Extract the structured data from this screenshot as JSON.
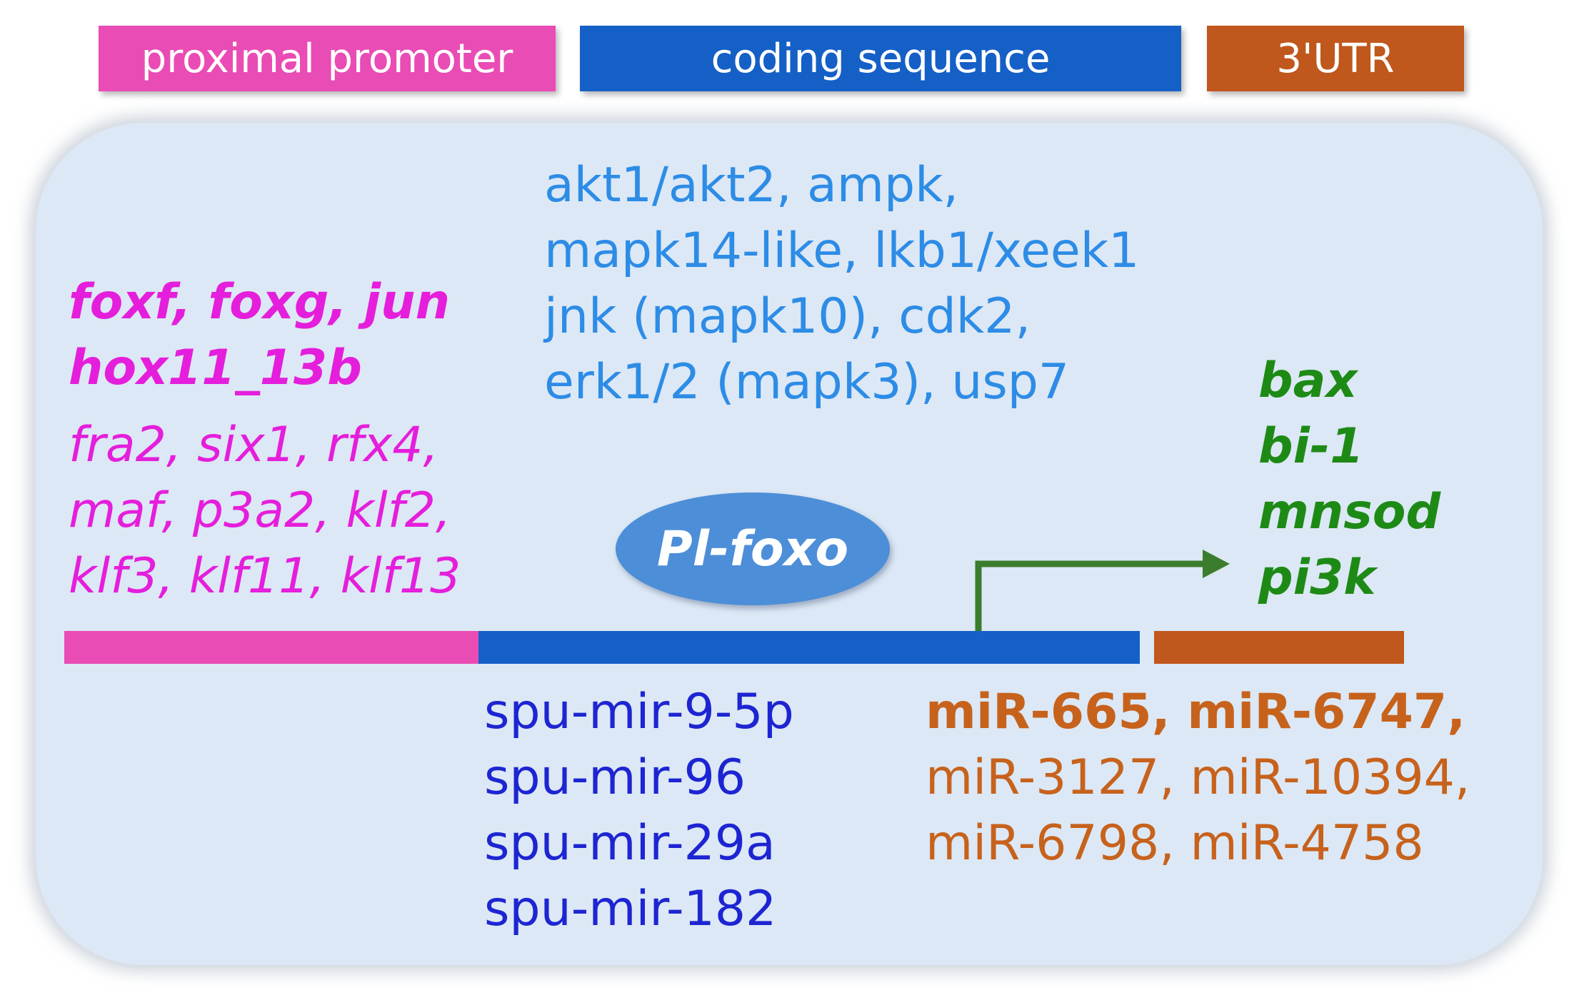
{
  "legend": {
    "promoter": "proximal promoter",
    "coding": "coding sequence",
    "utr": "3'UTR"
  },
  "promoter_regulators": {
    "bold": [
      "foxf, foxg, jun",
      "hox11_13b"
    ],
    "regular": [
      "fra2, six1, rfx4,",
      "maf, p3a2, klf2,",
      "klf3, klf11, klf13"
    ]
  },
  "coding_kinases": [
    "akt1/akt2, ampk,",
    "mapk14-like, lkb1/xeek1",
    "jnk (mapk10), cdk2,",
    "erk1/2 (mapk3), usp7"
  ],
  "protein": "Pl-foxo",
  "targets": [
    "bax",
    "bi-1",
    "mnsod",
    "pi3k"
  ],
  "mirna_coding": [
    "spu-mir-9-5p",
    "spu-mir-96",
    "spu-mir-29a",
    "spu-mir-182"
  ],
  "mirna_utr": {
    "bold": "miR-665, miR-6747,",
    "regular": [
      "miR-3127, miR-10394,",
      "miR-6798, miR-4758"
    ]
  },
  "colors": {
    "promoter": "#e94cb4",
    "coding": "#1560c7",
    "utr": "#c0571c",
    "panel": "#dce8f5",
    "arrow": "#3b7d2c"
  }
}
